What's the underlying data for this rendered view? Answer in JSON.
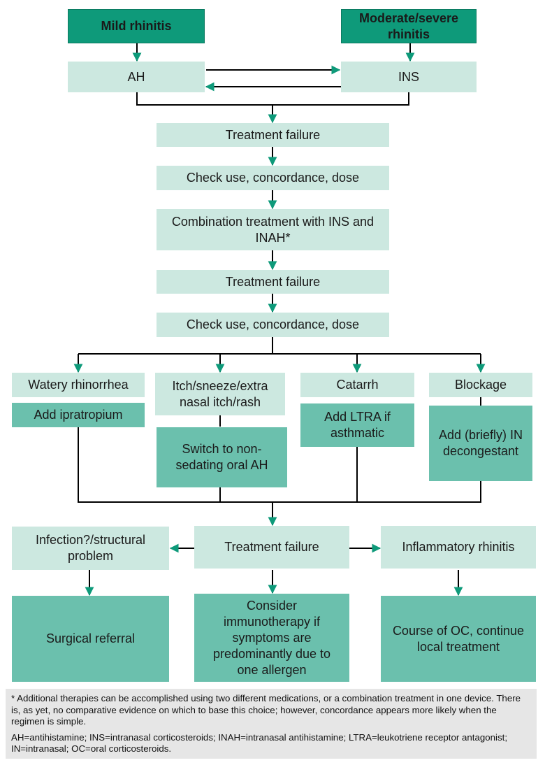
{
  "colors": {
    "header_fill": "#0e9a7a",
    "light_fill": "#cce8e0",
    "dark_fill": "#6bc0ad",
    "connector": "#000000",
    "arrowhead": "#0e9a7a",
    "footnote_bg": "#e6e6e6"
  },
  "nodes": {
    "mild": "Mild rhinitis",
    "moderate_severe": "Moderate/severe rhinitis",
    "ah": "AH",
    "ins": "INS",
    "failure_1": "Treatment failure",
    "check_1": "Check use, concordance, dose",
    "combination": "Combination treatment with INS and INAH*",
    "failure_2": "Treatment failure",
    "check_2": "Check use, concordance, dose",
    "watery": "Watery rhinorrhea",
    "itch": "Itch/sneeze/extra nasal itch/rash",
    "catarrh": "Catarrh",
    "blockage": "Blockage",
    "ipratropium": "Add ipratropium",
    "switch_ah": "Switch to non-sedating oral AH",
    "ltra": "Add LTRA if asthmatic",
    "decongestant": "Add (briefly) IN decongestant",
    "failure_3": "Treatment failure",
    "infection": "Infection?/structural problem",
    "inflammatory": "Inflammatory rhinitis",
    "surgical": "Surgical referral",
    "immunotherapy": "Consider immunotherapy if symptoms are predominantly due to one allergen",
    "oc_course": "Course of OC, continue local treatment"
  },
  "footnote": {
    "note": "* Additional therapies can be accomplished using two different medications, or a combination treatment in one device. There is, as yet, no comparative evidence on which to base this choice; however, concordance appears more likely when the regimen is simple.",
    "abbreviations": "AH=antihistamine; INS=intranasal corticosteroids; INAH=intranasal antihistamine; LTRA=leukotriene receptor antagonist; IN=intranasal; OC=oral corticosteroids."
  }
}
